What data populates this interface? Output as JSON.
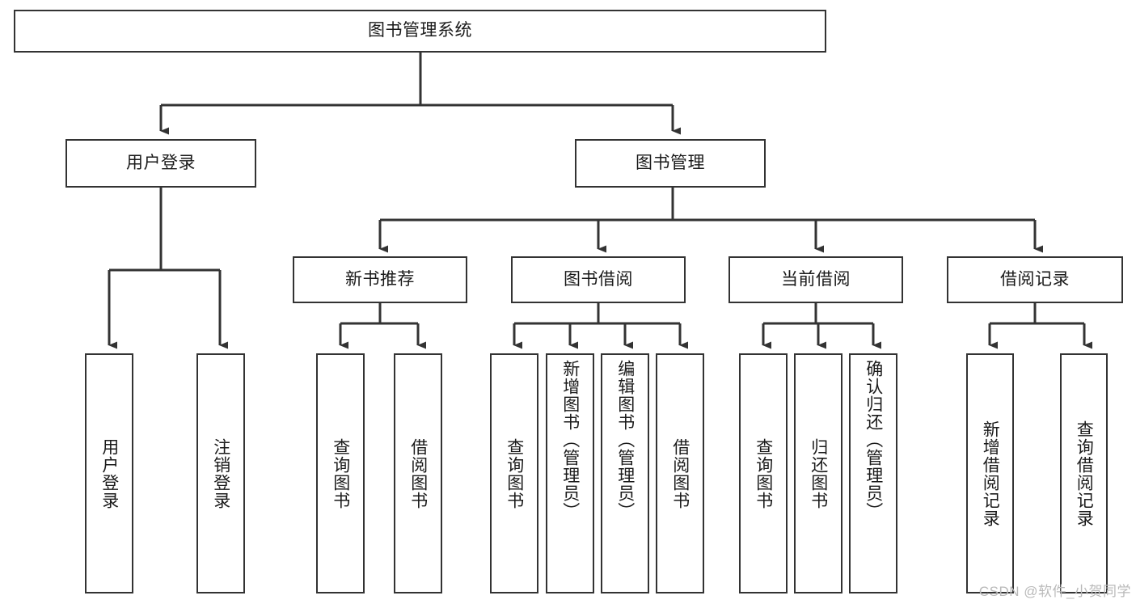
{
  "diagram": {
    "type": "tree-hierarchy",
    "title": "图书管理系统",
    "watermark": "CSDN @软件_小贺同学",
    "colors": {
      "stroke": "#333333",
      "fill": "#ffffff",
      "text": "#1a1a1a",
      "watermark": "#b9b9b9"
    },
    "levels": {
      "root": {
        "label": "图书管理系统"
      },
      "level2": [
        {
          "label": "用户登录"
        },
        {
          "label": "图书管理"
        }
      ],
      "level3": [
        {
          "label": "新书推荐"
        },
        {
          "label": "图书借阅"
        },
        {
          "label": "当前借阅"
        },
        {
          "label": "借阅记录"
        }
      ],
      "leaves": {
        "user_login": [
          {
            "label": "用户登录"
          },
          {
            "label": "注销登录"
          }
        ],
        "new_book_recommend": [
          {
            "label": "查询图书"
          },
          {
            "label": "借阅图书"
          }
        ],
        "book_borrow": [
          {
            "label": "查询图书"
          },
          {
            "label": "新增图书（管理员）"
          },
          {
            "label": "编辑图书（管理员）"
          },
          {
            "label": "借阅图书"
          }
        ],
        "current_borrow": [
          {
            "label": "查询图书"
          },
          {
            "label": "归还图书"
          },
          {
            "label": "确认归还（管理员）"
          }
        ],
        "borrow_records": [
          {
            "label": "新增借阅记录"
          },
          {
            "label": "查询借阅记录"
          }
        ]
      }
    }
  }
}
